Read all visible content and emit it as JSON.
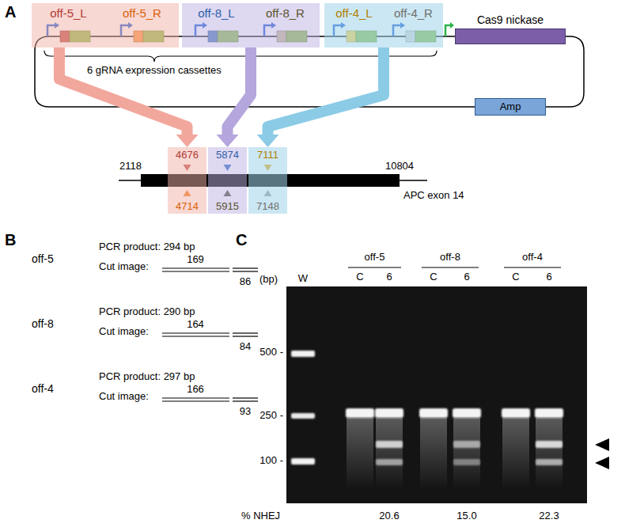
{
  "diagram": {
    "nodes": [
      {
        "text": [
          "off-5_L",
          "off-5_R"
        ]
      },
      {
        "text": [
          "off-8_L",
          "off-8_R"
        ]
      },
      {
        "text": [
          "off-4_L",
          "off-4_R"
        ]
      },
      {
        "text": [
          "Cas9 nickase"
        ]
      },
      {
        "text": [
          "Amp"
        ]
      },
      {
        "text": [
          "4676",
          "4714"
        ]
      },
      {
        "text": [
          "5874",
          "5915"
        ]
      },
      {
        "text": [
          "7111",
          "7148"
        ]
      }
    ],
    "edges": [
      {
        "from": 0,
        "to": 5,
        "arrow": "to"
      },
      {
        "from": 1,
        "to": 6,
        "arrow": "to"
      },
      {
        "from": 2,
        "to": 7,
        "arrow": "to"
      }
    ],
    "labels": [
      "A",
      "6 gRNA expression cassettes",
      "2118",
      "10804",
      "APC exon 14",
      "B",
      "off-5",
      "PCR product: 294 bp",
      "Cut image:",
      "169",
      "86",
      "off-8",
      "PCR product: 290 bp",
      "Cut image:",
      "164",
      "84",
      "off-4",
      "PCR product: 297 bp",
      "Cut image:",
      "166",
      "93",
      "C",
      "(bp)",
      "500 -",
      "250 -",
      "100 -",
      "W",
      "off-5",
      "off-8",
      "off-4",
      "C",
      "6",
      "C",
      "6",
      "C",
      "6",
      "% NHEJ",
      "20.6",
      "15.0",
      "22.3"
    ]
  }
}
